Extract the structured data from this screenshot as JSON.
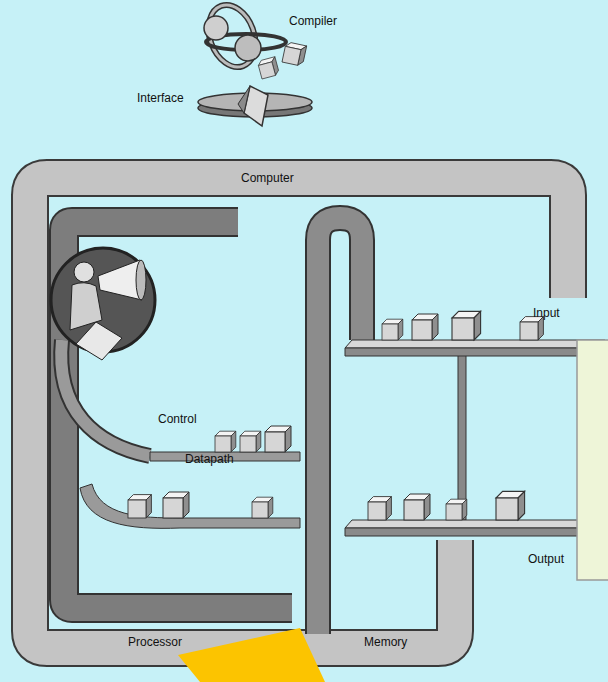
{
  "diagram": {
    "nodes": [
      {
        "text": [
          "Computer"
        ]
      },
      {
        "text": [
          "Processor"
        ],
        "in": 0
      },
      {
        "text": [
          "Control"
        ],
        "in": 1
      },
      {
        "text": [
          "Datapath"
        ],
        "in": 1
      },
      {
        "text": [
          "Memory"
        ],
        "in": 0
      },
      {
        "text": [
          "Input"
        ],
        "in": 0
      },
      {
        "text": [
          "Output"
        ],
        "in": 0
      }
    ],
    "labels": [
      "Compiler",
      "Interface"
    ]
  }
}
